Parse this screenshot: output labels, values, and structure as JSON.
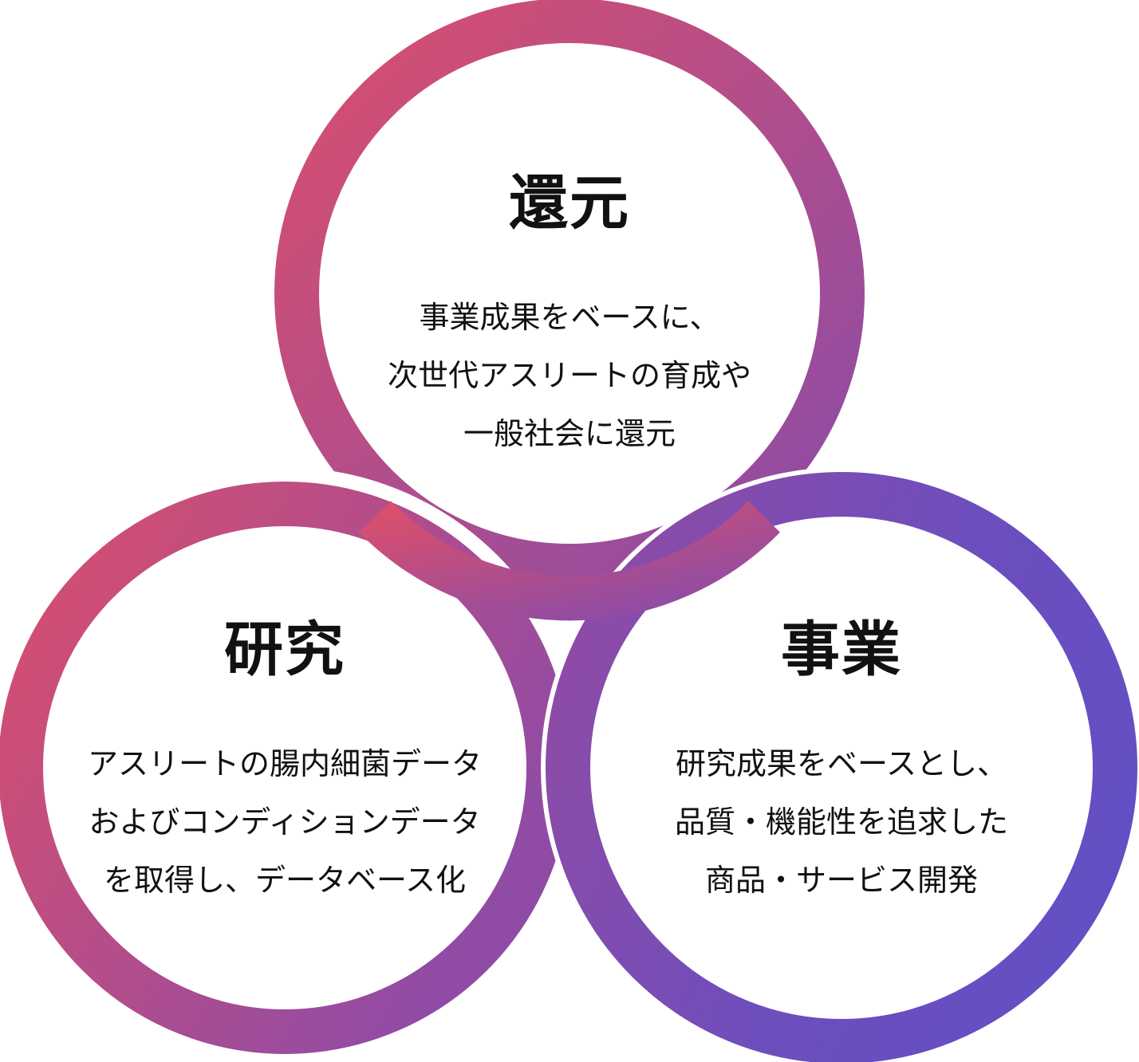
{
  "circles": {
    "top": {
      "title": "還元",
      "lines": [
        "事業成果をベースに、",
        "次世代アスリートの育成や",
        "一般社会に還元"
      ]
    },
    "left": {
      "title": "研究",
      "lines": [
        "アスリートの腸内細菌データ",
        "およびコンディションデータ",
        "を取得し、データベース化"
      ]
    },
    "right": {
      "title": "事業",
      "lines": [
        "研究成果をベースとし、",
        "品質・機能性を追求した",
        "商品・サービス開発"
      ]
    }
  },
  "colors": {
    "ring_start": "#d94f6d",
    "ring_mid": "#8f4ba6",
    "ring_end": "#634fc4",
    "text": "#111111",
    "background": "#ffffff"
  }
}
